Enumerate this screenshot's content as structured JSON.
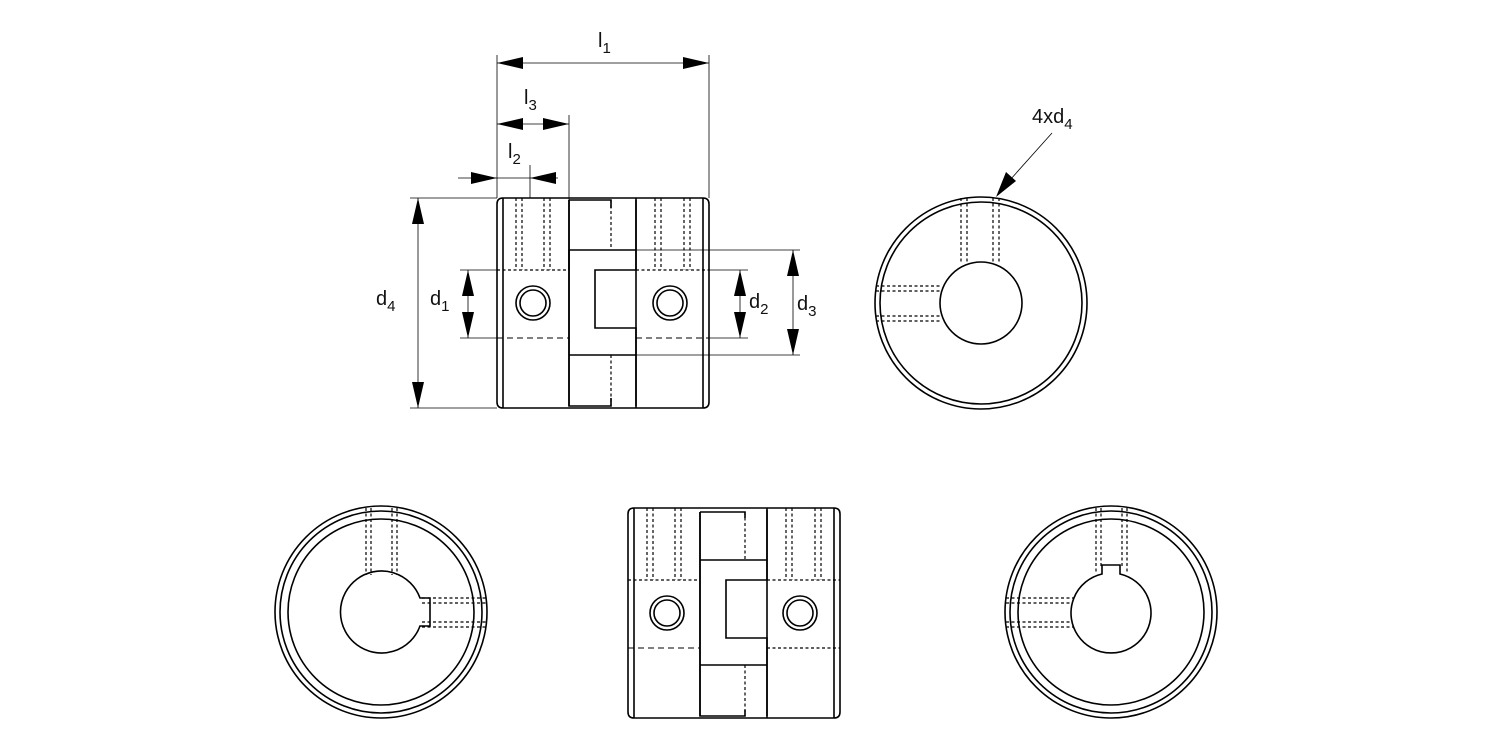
{
  "labels": {
    "l1": {
      "main": "l",
      "sub": "1"
    },
    "l2": {
      "main": "l",
      "sub": "2"
    },
    "l3": {
      "main": "l",
      "sub": "3"
    },
    "d1": {
      "main": "d",
      "sub": "1"
    },
    "d2": {
      "main": "d",
      "sub": "2"
    },
    "d3": {
      "main": "d",
      "sub": "3"
    },
    "d4": {
      "main": "d",
      "sub": "4"
    },
    "holes": {
      "main": "4xd",
      "sub": "4"
    }
  }
}
